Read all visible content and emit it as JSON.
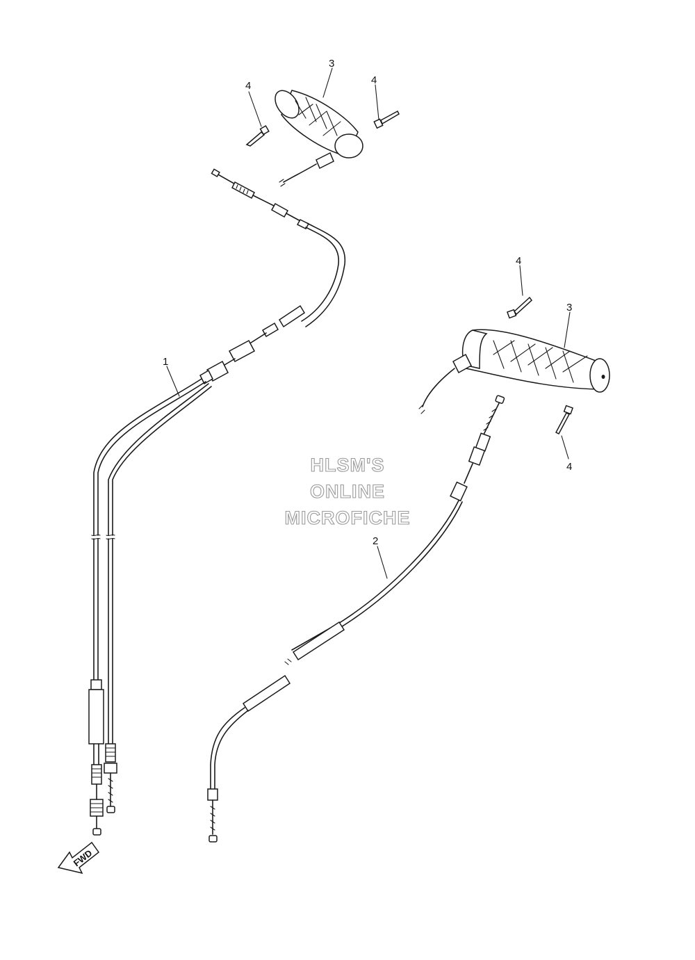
{
  "callouts": {
    "cable_1": "1",
    "cable_2": "2",
    "grip_top": "3",
    "grip_right": "3",
    "rivet_top_left": "4",
    "rivet_top_right": "4",
    "rivet_right_upper": "4",
    "rivet_right_lower": "4"
  },
  "watermark": {
    "line1": "HLSM'S",
    "line2": "ONLINE",
    "line3": "MICROFICHE"
  },
  "fwd_arrow": {
    "label": "FWD"
  },
  "colors": {
    "line": "#1a1a1a",
    "watermark_outline": "#9a9a9a",
    "background": "#ffffff"
  }
}
